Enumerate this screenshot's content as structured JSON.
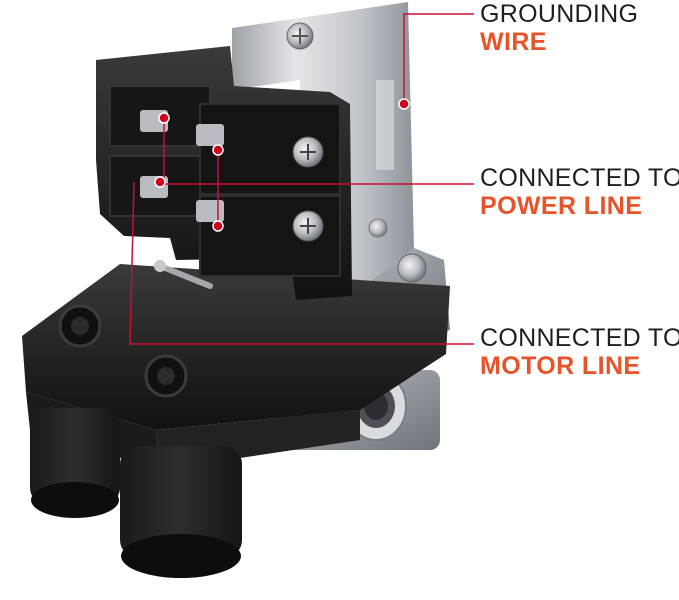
{
  "callouts": {
    "grounding": {
      "line1": "GROUNDING",
      "line2": "WIRE"
    },
    "power": {
      "line1": "CONNECTED TO",
      "line2": "POWER LINE"
    },
    "motor": {
      "line1": "CONNECTED TO",
      "line2": "MOTOR LINE"
    }
  },
  "colors": {
    "accent": "#e8542a",
    "leader_line": "#c8102e",
    "marker_dot": "#d0021b",
    "text_dark": "#1f1f1f",
    "body_black": "#1c1c1c",
    "metal": "#c9ccd0"
  }
}
